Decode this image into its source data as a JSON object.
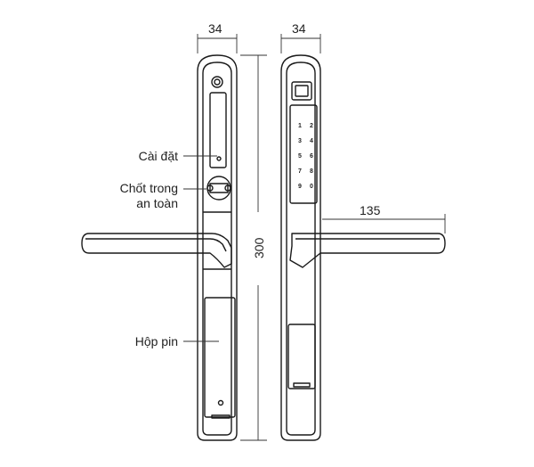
{
  "diagram": {
    "dimensions": {
      "left_width": "34",
      "right_width": "34",
      "height": "300",
      "handle_length": "135"
    },
    "labels": {
      "settings": "Cài đặt",
      "safety_latch_line1": "Chốt trong",
      "safety_latch_line2": "an toàn",
      "battery_box": "Hộp pin"
    },
    "keypad": {
      "keys_left": [
        "1",
        "3",
        "5",
        "7",
        "9"
      ],
      "keys_right": [
        "2",
        "4",
        "6",
        "8",
        "0"
      ]
    },
    "colors": {
      "line": "#1a1a1a",
      "dim_line": "#333333"
    }
  }
}
